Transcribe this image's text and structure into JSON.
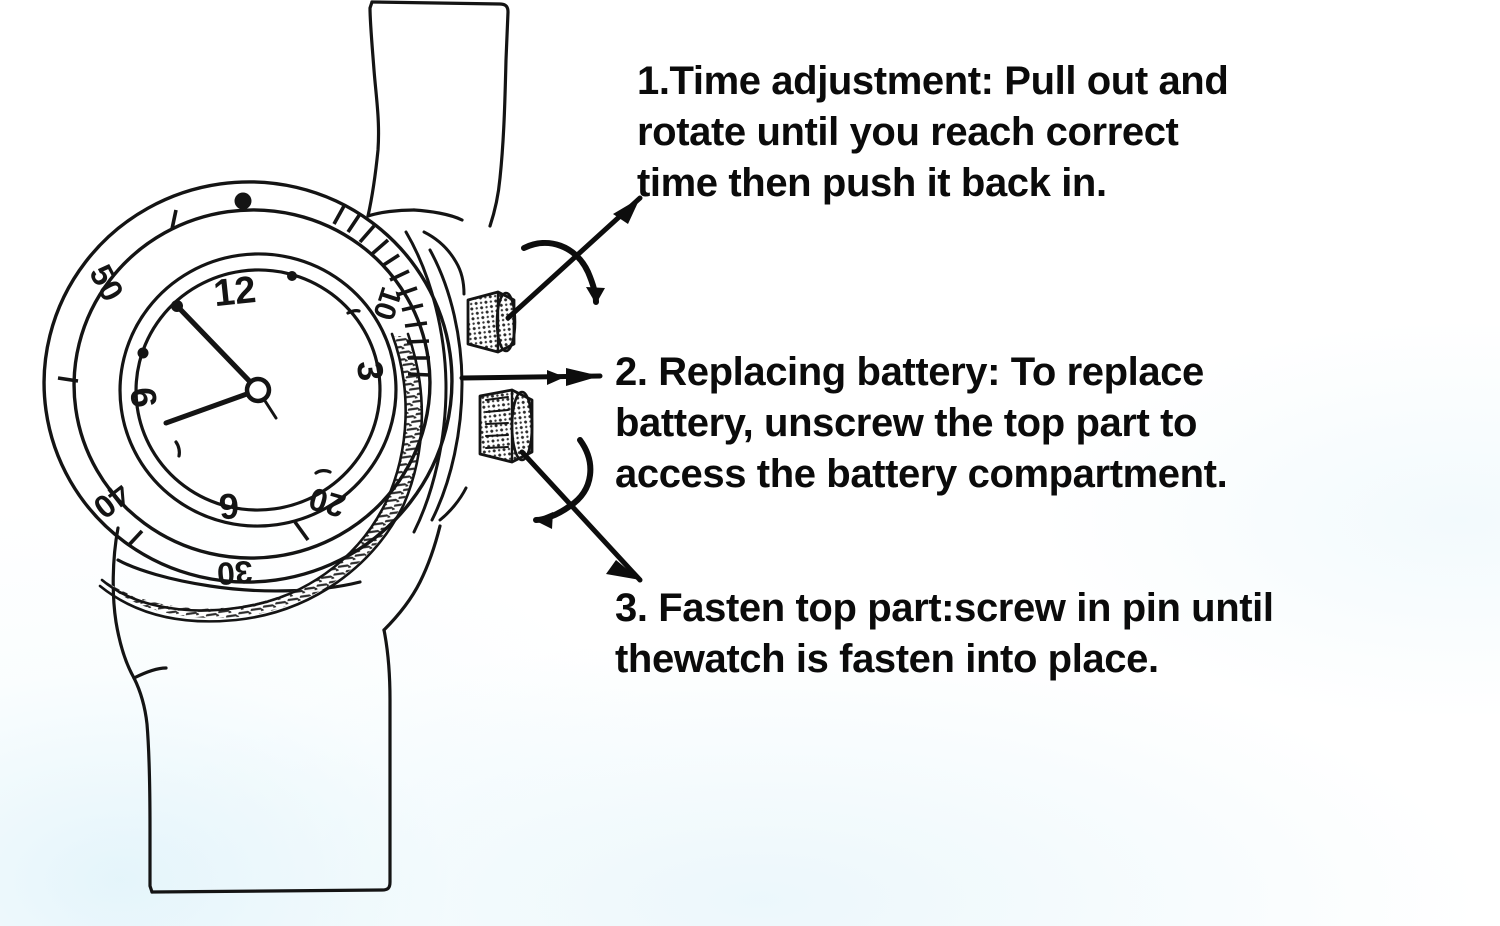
{
  "page": {
    "kind": "instruction-diagram",
    "background_color": "#ffffff",
    "ink_color": "#111111",
    "paper_tint_color": "#e8f5fa"
  },
  "instructions": [
    {
      "number": "1.",
      "title": "Time adjustment",
      "text": "1.Time adjustment: Pull out and\nrotate until you reach correct\ntime then push it back in."
    },
    {
      "number": "2.",
      "title": "Replacing battery",
      "text": "2. Replacing battery: To replace\nbattery, unscrew the top part to\naccess the battery compartment."
    },
    {
      "number": "3.",
      "title": "Fasten top part",
      "text": "3. Fasten top part:screw in pin until\nthewatch is fasten into place."
    }
  ],
  "watch": {
    "dial_numerals": [
      "12",
      "3",
      "6",
      "9"
    ],
    "bezel_numerals": [
      "10",
      "20",
      "30",
      "40",
      "50"
    ],
    "hands": {
      "hour": "10",
      "minute": "44",
      "second_small": "down-right"
    },
    "parts": [
      {
        "name": "upper-strap",
        "label": ""
      },
      {
        "name": "lower-strap",
        "label": ""
      },
      {
        "name": "rotating-bezel",
        "label": ""
      },
      {
        "name": "dial",
        "label": ""
      },
      {
        "name": "crown-upper",
        "label": ""
      },
      {
        "name": "crown-lower",
        "label": ""
      },
      {
        "name": "knurled-case-band",
        "label": ""
      }
    ],
    "callouts": [
      {
        "name": "callout-1-pull-rotate",
        "target": "crown-upper",
        "style": "diagonal-arrow-with-rotation-arc"
      },
      {
        "name": "callout-2-battery",
        "target": "case-side",
        "style": "straight-arrow-right"
      },
      {
        "name": "callout-3-fasten",
        "target": "crown-lower",
        "style": "diagonal-arrow-with-rotation-arc"
      }
    ]
  }
}
